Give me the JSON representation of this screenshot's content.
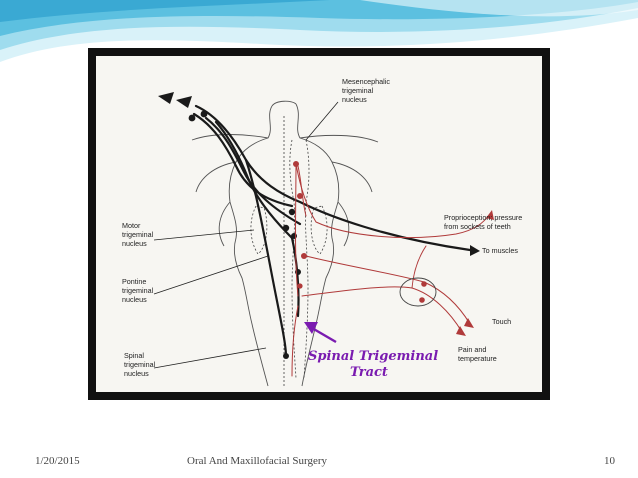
{
  "slide": {
    "date": "1/20/2015",
    "title": "Oral And Maxillofacial Surgery",
    "page_number": "10",
    "colors": {
      "header_wave_light": "#cfeef7",
      "header_wave_mid": "#7fd0e8",
      "header_wave_dark": "#3aa9d3",
      "frame": "#111111",
      "motor_pathway": "#1a1a1a",
      "sensory_pathway": "#b03a3a",
      "annotation": "#7a1bb0"
    }
  },
  "diagram": {
    "labels": {
      "mesencephalic": [
        "Mesencephalic",
        "trigeminal",
        "nucleus"
      ],
      "motor": [
        "Motor",
        "trigeminal",
        "nucleus"
      ],
      "pontine": [
        "Pontine",
        "trigeminal",
        "nucleus"
      ],
      "spinal": [
        "Spinal",
        "trigeminal",
        "nucleus"
      ],
      "proprioception": [
        "Proprioception; pressure",
        "from sockets of teeth"
      ],
      "to_muscles": "To muscles",
      "touch": "Touch",
      "pain": [
        "Pain and",
        "temperature"
      ]
    },
    "annotation": [
      "Spinal Trigeminal",
      "Tract"
    ]
  }
}
